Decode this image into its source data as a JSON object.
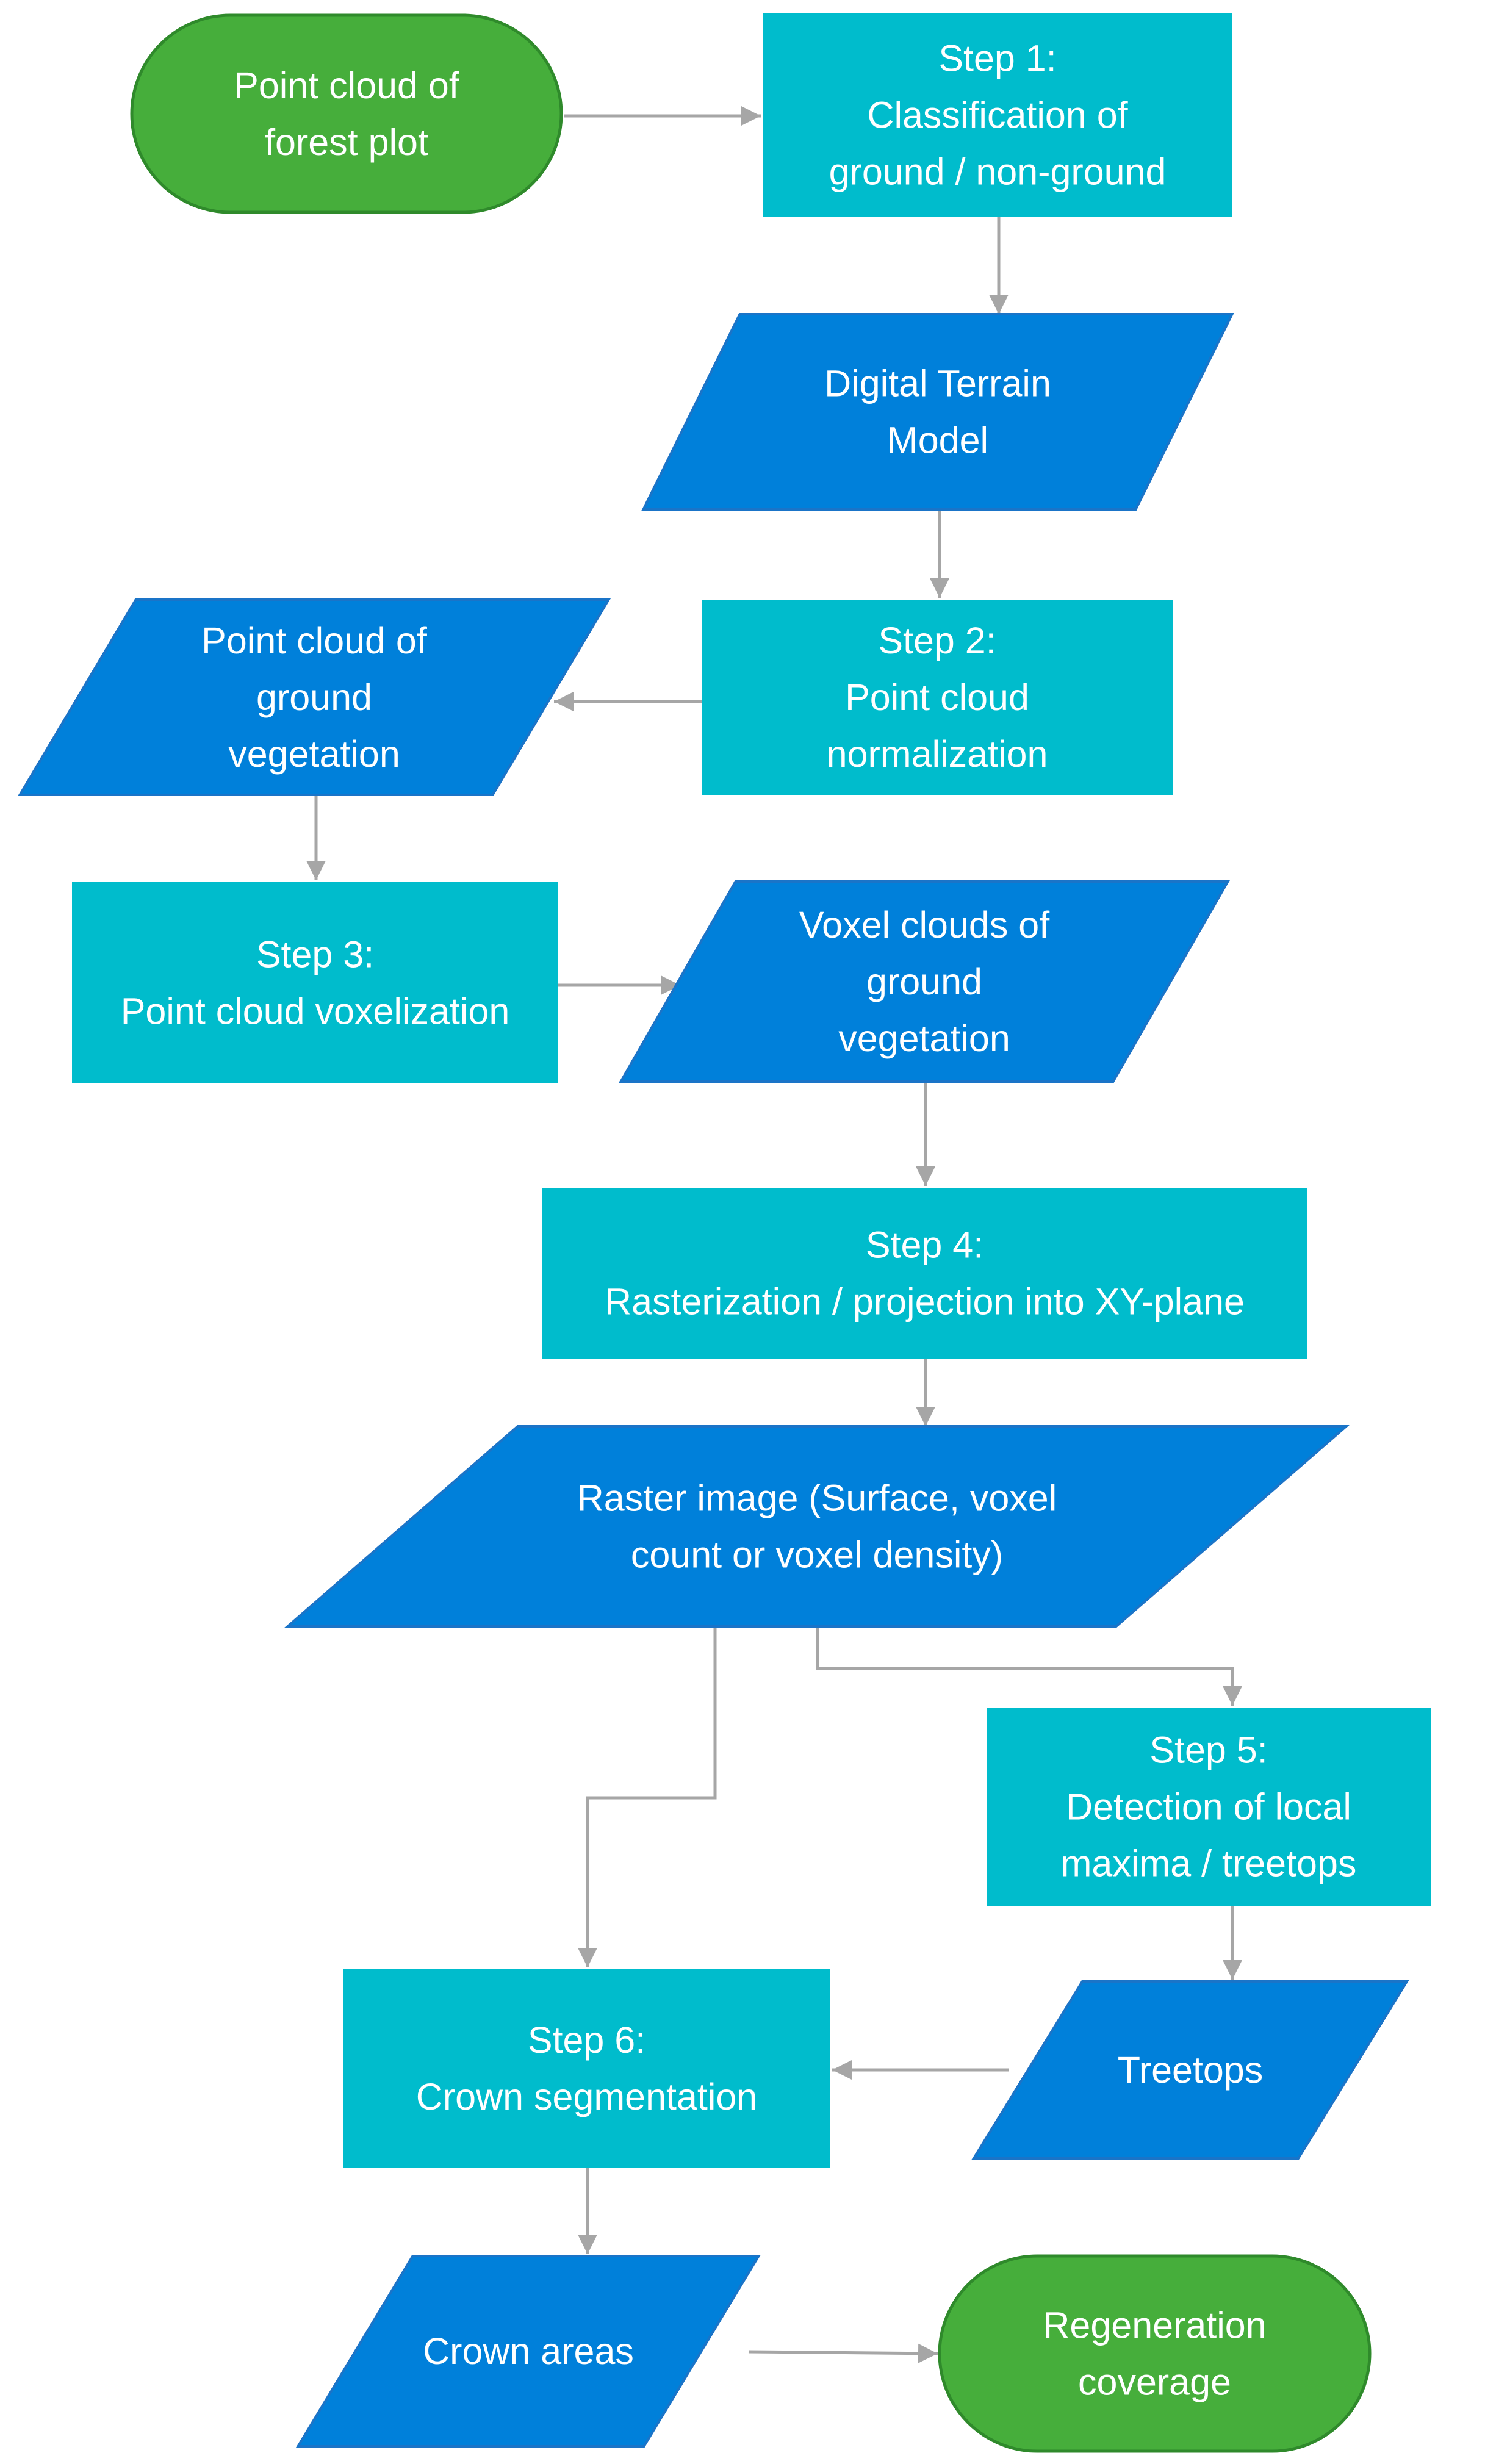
{
  "colors": {
    "terminal": "#46AE3B",
    "terminal_border": "#2F8A2B",
    "process": "#00BCCC",
    "data": "#0080DA",
    "data_border": "#1A74C8",
    "arrow": "#A6A6A6"
  },
  "nodes": {
    "input": {
      "shape": "terminal",
      "lines": [
        "Point cloud of",
        "forest plot"
      ]
    },
    "step1": {
      "shape": "process",
      "lines": [
        "Step 1:",
        "Classification of",
        "ground / non-ground"
      ]
    },
    "dtm": {
      "shape": "data",
      "lines": [
        "Digital Terrain",
        "Model"
      ]
    },
    "step2": {
      "shape": "process",
      "lines": [
        "Step 2:",
        "Point cloud",
        "normalization"
      ]
    },
    "ground_veg": {
      "shape": "data",
      "lines": [
        "Point cloud of",
        "ground",
        "vegetation"
      ]
    },
    "step3": {
      "shape": "process",
      "lines": [
        "Step 3:",
        "Point cloud voxelization"
      ]
    },
    "voxel": {
      "shape": "data",
      "lines": [
        "Voxel clouds of",
        "ground",
        "vegetation"
      ]
    },
    "step4": {
      "shape": "process",
      "lines": [
        "Step 4:",
        "Rasterization / projection into XY-plane"
      ]
    },
    "raster": {
      "shape": "data",
      "lines": [
        "Raster image (Surface, voxel",
        "count or voxel density)"
      ]
    },
    "step5": {
      "shape": "process",
      "lines": [
        "Step 5:",
        "Detection of local",
        "maxima / treetops"
      ]
    },
    "treetops": {
      "shape": "data",
      "lines": [
        "Treetops"
      ]
    },
    "step6": {
      "shape": "process",
      "lines": [
        "Step 6:",
        "Crown segmentation"
      ]
    },
    "crown_areas": {
      "shape": "data",
      "lines": [
        "Crown areas"
      ]
    },
    "output": {
      "shape": "terminal",
      "lines": [
        "Regeneration",
        "coverage"
      ]
    }
  },
  "edges": [
    {
      "from": "input",
      "to": "step1"
    },
    {
      "from": "step1",
      "to": "dtm"
    },
    {
      "from": "dtm",
      "to": "step2"
    },
    {
      "from": "step2",
      "to": "ground_veg"
    },
    {
      "from": "ground_veg",
      "to": "step3"
    },
    {
      "from": "step3",
      "to": "voxel"
    },
    {
      "from": "voxel",
      "to": "step4"
    },
    {
      "from": "step4",
      "to": "raster"
    },
    {
      "from": "raster",
      "to": "step5"
    },
    {
      "from": "raster",
      "to": "step6"
    },
    {
      "from": "step5",
      "to": "treetops"
    },
    {
      "from": "treetops",
      "to": "step6"
    },
    {
      "from": "step6",
      "to": "crown_areas"
    },
    {
      "from": "crown_areas",
      "to": "output"
    }
  ]
}
